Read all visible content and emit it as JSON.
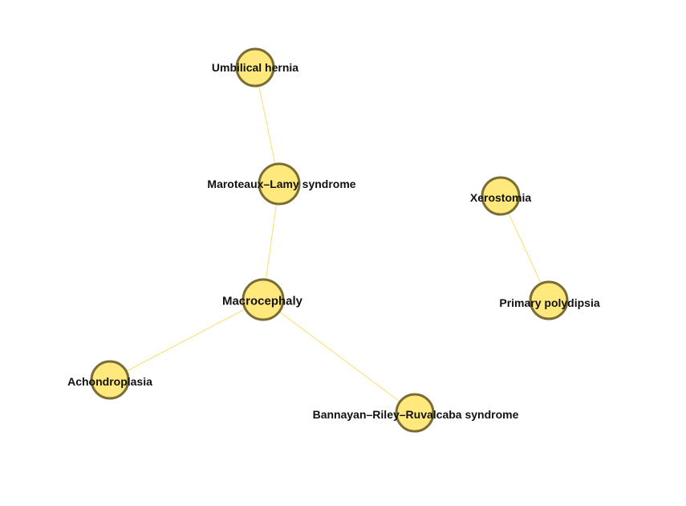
{
  "nodes": {
    "umbilical_hernia": {
      "label": "Umbilical hernia"
    },
    "maroteaux_lamy": {
      "label": "Maroteaux–Lamy syndrome"
    },
    "macrocephaly": {
      "label": "Macrocephaly"
    },
    "achondroplasia": {
      "label": "Achondroplasia"
    },
    "bannayan": {
      "label": "Bannayan–Riley–Ruvalcaba syndrome"
    },
    "xerostomia": {
      "label": "Xerostomia"
    },
    "primary_polydipsia": {
      "label": "Primary polydipsia"
    }
  },
  "edges": [
    {
      "from": "Umbilical hernia",
      "to": "Maroteaux–Lamy syndrome"
    },
    {
      "from": "Maroteaux–Lamy syndrome",
      "to": "Macrocephaly"
    },
    {
      "from": "Macrocephaly",
      "to": "Achondroplasia"
    },
    {
      "from": "Macrocephaly",
      "to": "Bannayan–Riley–Ruvalcaba syndrome"
    },
    {
      "from": "Xerostomia",
      "to": "Primary polydipsia"
    }
  ],
  "colors": {
    "node_fill": "#ffe87c",
    "node_stroke": "#7a6c34",
    "edge": "#f7df6e"
  }
}
